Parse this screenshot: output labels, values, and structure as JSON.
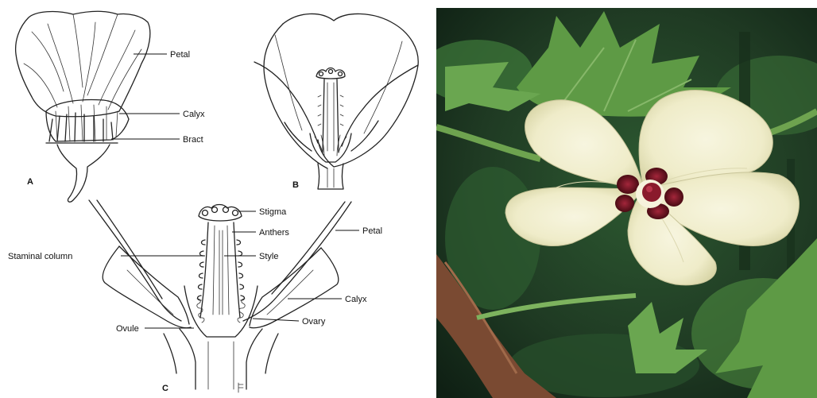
{
  "diagram": {
    "panels": {
      "a": "A",
      "b": "B",
      "c": "C"
    },
    "labels": {
      "a_petal": "Petal",
      "a_calyx": "Calyx",
      "a_bract": "Bract",
      "c_stigma": "Stigma",
      "c_anthers": "Anthers",
      "c_petal": "Petal",
      "c_staminal_column": "Staminal column",
      "c_style": "Style",
      "c_calyx": "Calyx",
      "c_ovule": "Ovule",
      "c_ovary": "Ovary"
    }
  },
  "photo": {
    "colors": {
      "petal": "#f1efd2",
      "center": "#6e1420",
      "leaf": "#4f8a3c",
      "background": "#1f3a23",
      "stem": "#7a4a32"
    }
  }
}
